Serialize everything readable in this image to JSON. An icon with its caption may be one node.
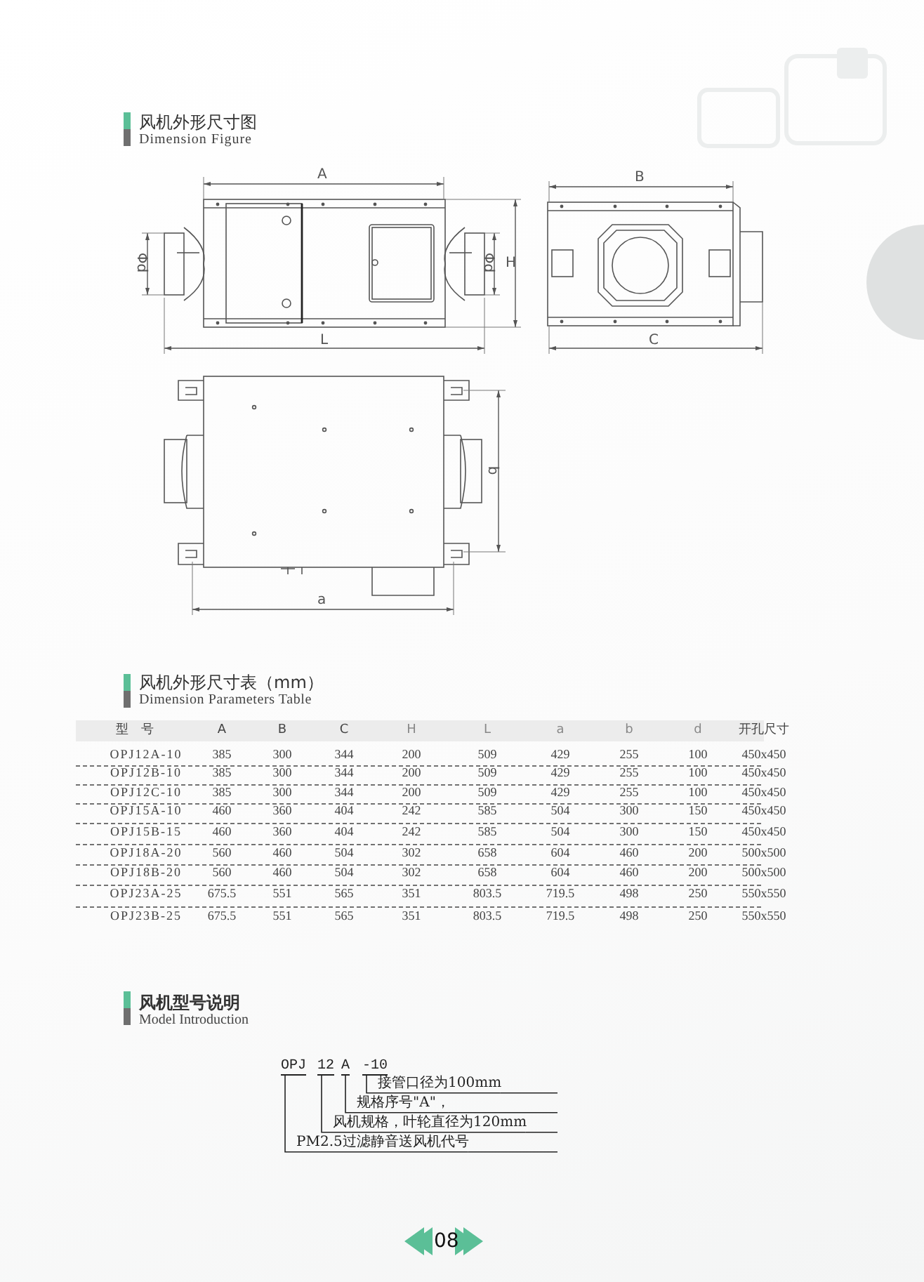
{
  "diagram": {
    "nodes": [
      {
        "text": [
          "OPJ"
        ]
      },
      {
        "text": [
          "12"
        ]
      },
      {
        "text": [
          "A"
        ]
      },
      {
        "text": [
          "-10"
        ]
      },
      {
        "text": [
          "接管口径为100mm"
        ]
      },
      {
        "text": [
          "规格序号\"A\"，"
        ]
      },
      {
        "text": [
          "风机规格，叶轮直径为120mm"
        ]
      },
      {
        "text": [
          "PM2.5过滤静音送风机代号"
        ]
      }
    ],
    "edges": [
      {
        "from": 3,
        "to": 4,
        "arrow": "none"
      },
      {
        "from": 2,
        "to": 5,
        "arrow": "none"
      },
      {
        "from": 1,
        "to": 6,
        "arrow": "none"
      },
      {
        "from": 0,
        "to": 7,
        "arrow": "none"
      }
    ],
    "labels": [
      "风机外形尺寸图",
      "Dimension Figure",
      "A",
      "Φd",
      "Φd",
      "H",
      "L",
      "B",
      "C",
      "b",
      "a",
      "风机外形尺寸表（mm）",
      "Dimension Parameters Table",
      "型　号",
      "A",
      "B",
      "C",
      "H",
      "L",
      "a",
      "b",
      "d",
      "开孔尺寸",
      "OPJ12A-10",
      "385",
      "300",
      "344",
      "200",
      "509",
      "429",
      "255",
      "100",
      "450x450",
      "OPJ12B-10",
      "385",
      "300",
      "344",
      "200",
      "509",
      "429",
      "255",
      "100",
      "450x450",
      "OPJ12C-10",
      "385",
      "300",
      "344",
      "200",
      "509",
      "429",
      "255",
      "100",
      "450x450",
      "OPJ15A-10",
      "460",
      "360",
      "404",
      "242",
      "585",
      "504",
      "300",
      "150",
      "450x450",
      "OPJ15B-15",
      "460",
      "360",
      "404",
      "242",
      "585",
      "504",
      "300",
      "150",
      "450x450",
      "OPJ18A-20",
      "560",
      "460",
      "504",
      "302",
      "658",
      "604",
      "460",
      "200",
      "500x500",
      "OPJ18B-20",
      "560",
      "460",
      "504",
      "302",
      "658",
      "604",
      "460",
      "200",
      "500x500",
      "OPJ23A-25",
      "675.5",
      "551",
      "565",
      "351",
      "803.5",
      "719.5",
      "498",
      "250",
      "550x550",
      "OPJ23B-25",
      "675.5",
      "551",
      "565",
      "351",
      "803.5",
      "719.5",
      "498",
      "250",
      "550x550",
      "风机型号说明",
      "Model Introduction",
      "08"
    ]
  }
}
